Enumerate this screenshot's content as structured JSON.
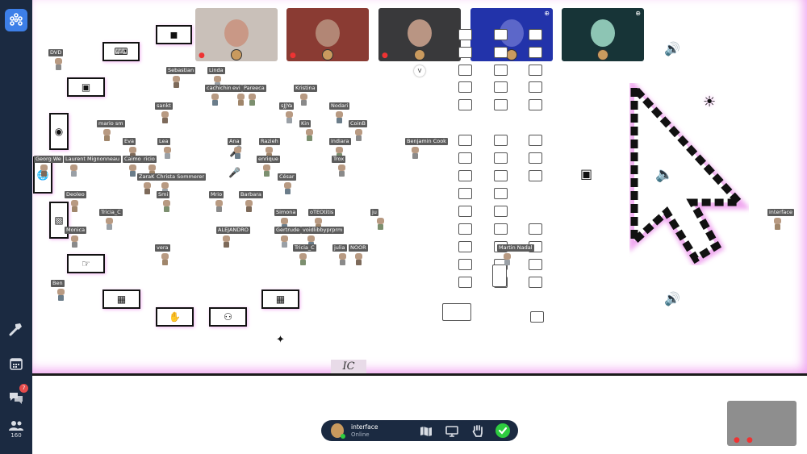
{
  "sidebar": {
    "notification_count": "7",
    "people_count": "160",
    "items": [
      {
        "name": "build-tool",
        "icon": "hammer-icon"
      },
      {
        "name": "calendar",
        "icon": "calendar-icon"
      },
      {
        "name": "chat",
        "icon": "chat-icon"
      },
      {
        "name": "people",
        "icon": "people-icon"
      }
    ]
  },
  "status": {
    "name": "interface",
    "presence": "Online"
  },
  "area_label": "IC",
  "video_tiles": [
    {
      "bg": "#c9c0b9",
      "face": "#c99886"
    },
    {
      "bg": "#8a3b33",
      "face": "#b28675"
    },
    {
      "bg": "#39393b",
      "face": "#b99583"
    },
    {
      "bg": "#2233aa",
      "face": "#5c67c9"
    },
    {
      "bg": "#173437",
      "face": "#8dc5b4"
    }
  ],
  "camera_hint": "V",
  "users": [
    {
      "name": "DVD"
    },
    {
      "name": "Sebastian"
    },
    {
      "name": "Linda"
    },
    {
      "name": "cachichino"
    },
    {
      "name": "evi"
    },
    {
      "name": "Pareeca"
    },
    {
      "name": "Kristina"
    },
    {
      "name": "sankt"
    },
    {
      "name": "sJJYa"
    },
    {
      "name": "Nodari"
    },
    {
      "name": "mario sm"
    },
    {
      "name": "Kin"
    },
    {
      "name": "CoinB"
    },
    {
      "name": "Eva"
    },
    {
      "name": "Lea"
    },
    {
      "name": "Ana"
    },
    {
      "name": "Razieh"
    },
    {
      "name": "indiara"
    },
    {
      "name": "Benjamin Cook"
    },
    {
      "name": "Georg We"
    },
    {
      "name": "Laurent Mignonneau"
    },
    {
      "name": "Caimo"
    },
    {
      "name": "ricio"
    },
    {
      "name": "enrique"
    },
    {
      "name": "Trox"
    },
    {
      "name": "ZaraK"
    },
    {
      "name": "Christa Sommerer"
    },
    {
      "name": "César"
    },
    {
      "name": "Deoleo"
    },
    {
      "name": "Smi"
    },
    {
      "name": "Mrio"
    },
    {
      "name": "Barbara"
    },
    {
      "name": "Tricia_C"
    },
    {
      "name": "Simona"
    },
    {
      "name": "oTEOtitis"
    },
    {
      "name": "ju"
    },
    {
      "name": "Monica"
    },
    {
      "name": "ALEJANDRO"
    },
    {
      "name": "Gertrude"
    },
    {
      "name": "voidlibbyprprm"
    },
    {
      "name": "vera"
    },
    {
      "name": "Tricia_C"
    },
    {
      "name": "julia"
    },
    {
      "name": "NOOR"
    },
    {
      "name": "Martin Nadal"
    },
    {
      "name": "Ben"
    },
    {
      "name": "interface"
    }
  ],
  "objects": [
    {
      "icon": "image-frame-icon"
    },
    {
      "icon": "keyboard-icon"
    },
    {
      "icon": "face-scan-icon"
    },
    {
      "icon": "bag-icon"
    },
    {
      "icon": "globe-icon"
    },
    {
      "icon": "document-icon"
    },
    {
      "icon": "pointing-hand-icon"
    },
    {
      "icon": "grid-icon"
    },
    {
      "icon": "hand-icon"
    },
    {
      "icon": "ghost-icon"
    },
    {
      "icon": "calculator-icon"
    }
  ],
  "colors": {
    "sidebar": "#1b2a41",
    "accent": "#3d7fe8",
    "glow": "#f0a8f0",
    "online": "#2ecc40",
    "badge": "#e44b4b"
  }
}
